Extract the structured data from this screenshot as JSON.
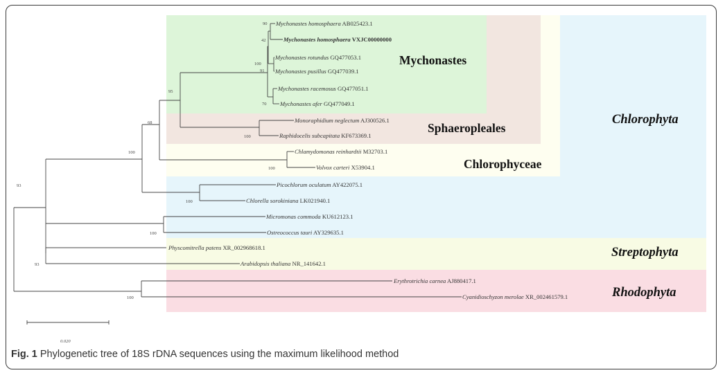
{
  "figure": {
    "caption_label": "Fig. 1",
    "caption_text": "Phylogenetic tree of 18S rDNA sequences using the maximum likelihood method",
    "scale_bar_label": "0.020"
  },
  "colors": {
    "mychonastes": "#ddf5d9",
    "sphaeropleales": "#f2e6e0",
    "chlorophyceae": "#fefef0",
    "chlorophyta": "#e6f5fb",
    "streptophyta": "#f8fbe4",
    "rhodophyta": "#fadde3",
    "branch": "#444444"
  },
  "clades": {
    "mychonastes": "Mychonastes",
    "sphaeropleales": "Sphaeropleales",
    "chlorophyceae": "Chlorophyceae",
    "chlorophyta": "Chlorophyta",
    "streptophyta": "Streptophyta",
    "rhodophyta": "Rhodophyta"
  },
  "taxa": [
    {
      "species": "Mychonastes homosphaera",
      "accession": "AB025423.1",
      "bold": false
    },
    {
      "species": "Mychonastes homosphaera",
      "accession": "VXJC00000000",
      "bold": true
    },
    {
      "species": "Mychonastes rotundus",
      "accession": "GQ477053.1",
      "bold": false
    },
    {
      "species": "Mychonastes pusillus",
      "accession": "GQ477039.1",
      "bold": false
    },
    {
      "species": "Mychonastes racemosus",
      "accession": "GQ477051.1",
      "bold": false
    },
    {
      "species": "Mychonastes afer",
      "accession": "GQ477049.1",
      "bold": false
    },
    {
      "species": "Monoraphidium neglectum",
      "accession": "AJ300526.1",
      "bold": false
    },
    {
      "species": "Raphidocelis subcapitata",
      "accession": "KF673369.1",
      "bold": false
    },
    {
      "species": "Chlamydomonas reinhardtii",
      "accession": "M32703.1",
      "bold": false
    },
    {
      "species": "Volvox carteri",
      "accession": "X53904.1",
      "bold": false
    },
    {
      "species": "Picochlorum oculatum",
      "accession": "AY422075.1",
      "bold": false
    },
    {
      "species": "Chlorella sorokiniana",
      "accession": "LK021940.1",
      "bold": false
    },
    {
      "species": "Micromonas commoda",
      "accession": "KU612123.1",
      "bold": false
    },
    {
      "species": "Ostreococcus tauri",
      "accession": "AY329635.1",
      "bold": false
    },
    {
      "species": "Physcomitrella patens",
      "accession": "XR_002968618.1",
      "bold": false
    },
    {
      "species": "Arabidopsis thaliana",
      "accession": "NR_141642.1",
      "bold": false
    },
    {
      "species": "Erythrotrichia carnea",
      "accession": "AJ880417.1",
      "bold": false
    },
    {
      "species": "Cyanidioschyzon merolae",
      "accession": "XR_002461579.1",
      "bold": false
    }
  ],
  "bootstrap": [
    "90",
    "42",
    "100",
    "91",
    "70",
    "95",
    "100",
    "68",
    "100",
    "100",
    "100",
    "100",
    "93",
    "93",
    "100"
  ]
}
